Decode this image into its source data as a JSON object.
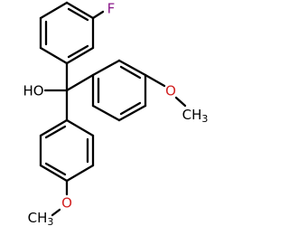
{
  "molecule": {
    "atoms": {
      "fluorine": {
        "symbol": "F",
        "color": "#8b1a8b"
      },
      "hydroxyl": {
        "symbol": "HO",
        "color": "#000000"
      },
      "methoxy_right_o": {
        "symbol": "O",
        "color": "#d22020"
      },
      "methoxy_right_ch3": {
        "symbol": "CH",
        "subscript": "3",
        "color": "#000000"
      },
      "methoxy_bottom_o": {
        "symbol": "O",
        "color": "#d22020"
      },
      "methoxy_bottom_ch3": {
        "symbol": "CH",
        "subscript": "3",
        "color": "#000000"
      }
    },
    "bond_color": "#000000"
  }
}
